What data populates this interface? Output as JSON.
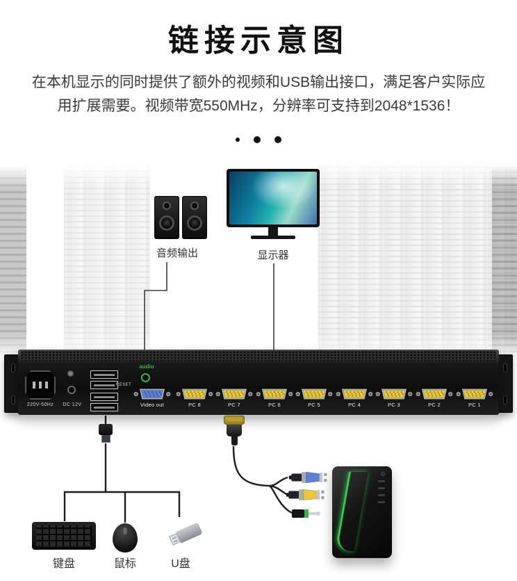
{
  "header": {
    "title": "链接示意图",
    "desc_line1": "在本机显示的同时提供了额外的视频和USB输出接口，满足客户实际应",
    "desc_line2": "用扩展需要。视频带宽550MHz，分辨率可支持到2048*1536！"
  },
  "diagram": {
    "audio_output_label": "音频输出",
    "monitor_label": "显示器",
    "keyboard_label": "键盘",
    "mouse_label": "鼠标",
    "usb_drive_label": "U盘",
    "device": {
      "power_label": "220V-50Hz",
      "dc_label": "DC 12V",
      "audio_label": "audio",
      "reset_label": "RESET",
      "video_out_label": "Video out",
      "ports": [
        "PC 8",
        "PC 7",
        "PC 6",
        "PC 5",
        "PC 4",
        "PC 3",
        "PC 2",
        "PC 1"
      ]
    }
  },
  "colors": {
    "vga_yellow": "#e8c73a",
    "vga_blue": "#5b82d8",
    "audio_green": "#37b34a",
    "tower_accent_green": "#2fd24a"
  }
}
